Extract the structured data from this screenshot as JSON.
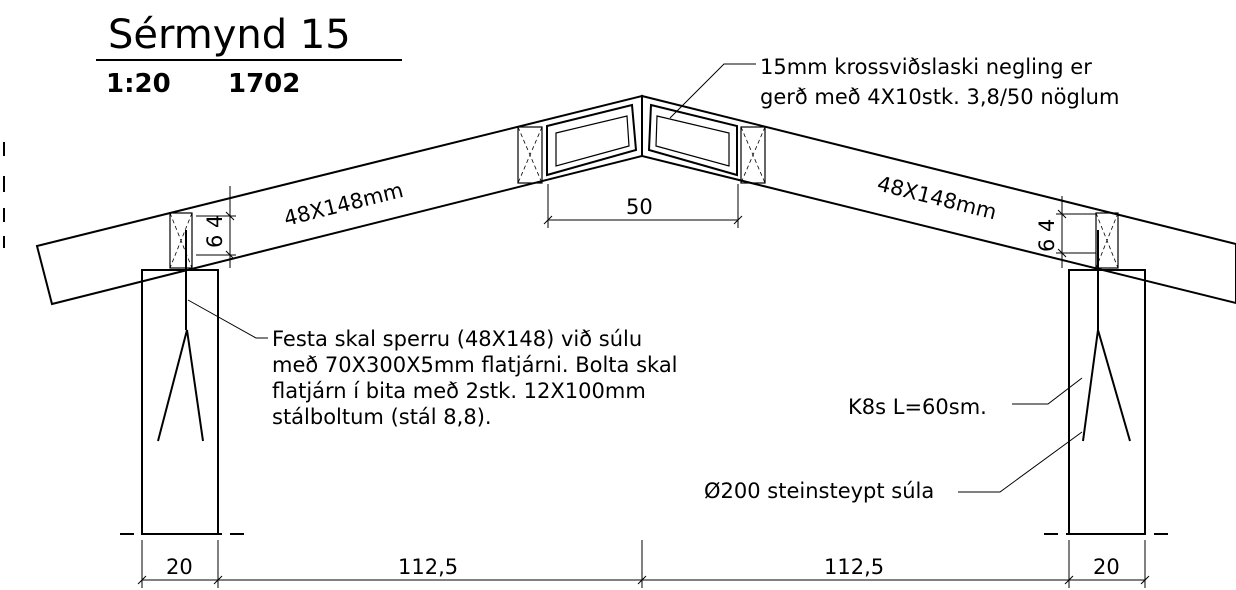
{
  "title": {
    "name": "Sérmynd 15",
    "scale": "1:20",
    "number": "1702"
  },
  "labels": {
    "rafter_left": "48X148mm",
    "rafter_right": "48X148mm",
    "ply_note_line1": "15mm krossviðslaski negling er",
    "ply_note_line2": "gerð með 4X10stk. 3,8/50 nöglum",
    "fix_note_line1": "Festa skal sperru (48X148) við súlu",
    "fix_note_line2": "með 70X300X5mm flatjárni. Bolta skal",
    "fix_note_line3": "flatjárn í bita með 2stk. 12X100mm",
    "fix_note_line4": "stálboltum (stál 8,8).",
    "anchor_note": "K8s L=60sm.",
    "column_note": "Ø200 steinsteypt súla"
  },
  "dimensions": {
    "ridge_gap": "50",
    "left_height": "6 4",
    "right_height": "6 4",
    "left_column": "20",
    "left_span": "112,5",
    "right_span": "112,5",
    "right_column": "20"
  },
  "colors": {
    "line": "#000000",
    "background": "#ffffff"
  }
}
